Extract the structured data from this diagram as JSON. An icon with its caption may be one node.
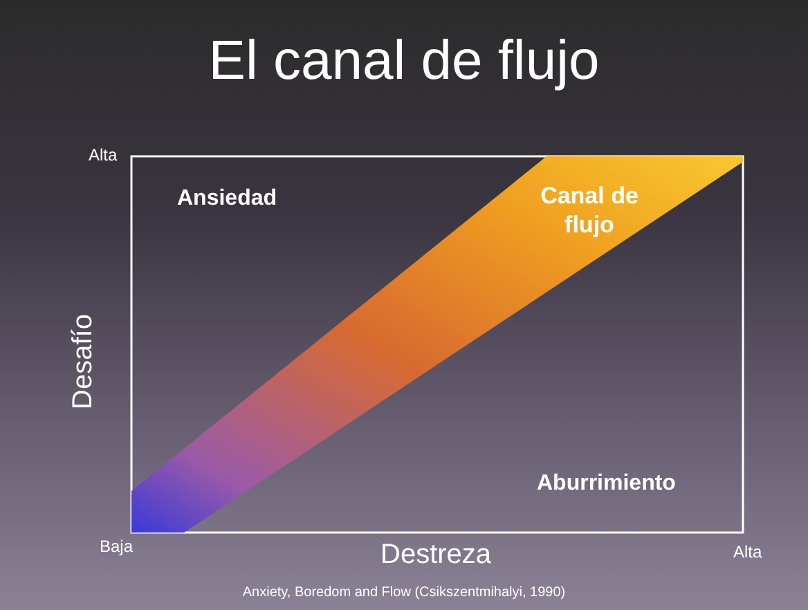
{
  "diagram": {
    "title": "El canal de flujo",
    "caption": "Anxiety, Boredom and Flow (Csikszentmihalyi, 1990)",
    "nodes": [
      {
        "text": [
          "Canal de flujo"
        ]
      }
    ],
    "labels": [
      "Alta",
      "Ansiedad",
      "Desafío",
      "Aburrimiento",
      "Baja",
      "Destreza",
      "Alta"
    ]
  }
}
